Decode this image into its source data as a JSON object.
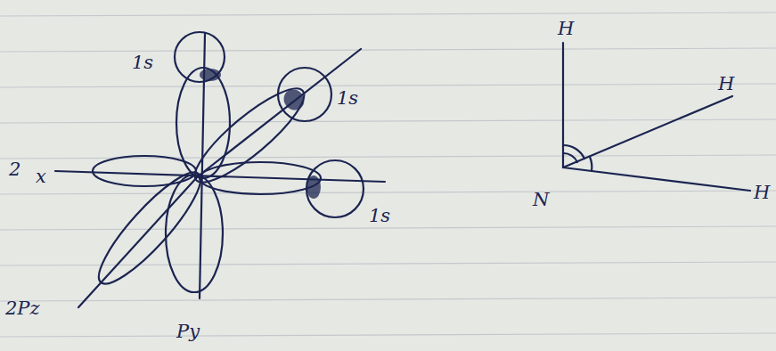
{
  "diagram": {
    "labels": [
      "1s",
      "1s",
      "1s",
      "2",
      "x",
      "2Pz",
      "Py",
      "H",
      "H",
      "H",
      "N"
    ]
  }
}
